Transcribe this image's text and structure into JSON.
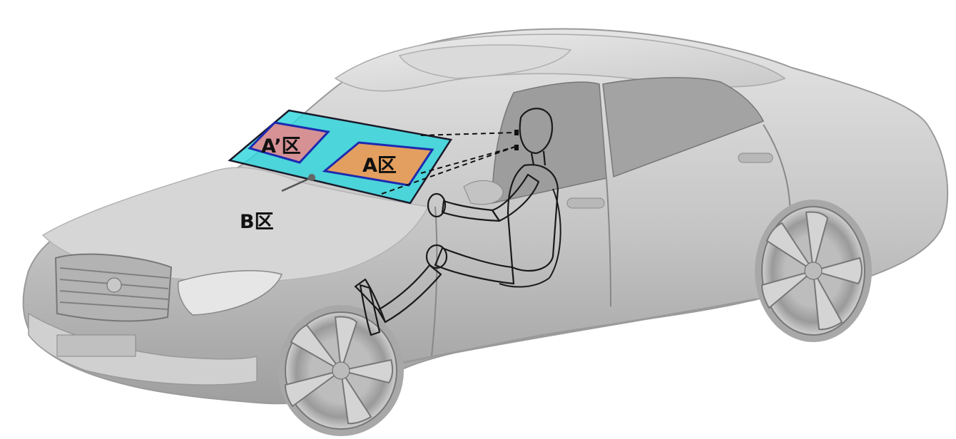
{
  "labels": {
    "zone_a": "A区",
    "zone_a_prime": "A’区",
    "zone_b": "B区"
  },
  "colors": {
    "zone_b_fill": "#2ed6dc",
    "zone_a_fill": "#f09a55",
    "zone_a_prime_fill": "#e48a8c",
    "zone_outline": "#1d2ab0",
    "car_body": "#c9c9c9",
    "car_shade": "#a9a9a9",
    "driver_outline": "#1a1a1a"
  },
  "icons": [
    "car-illustration",
    "driver-mannequin",
    "eye-point"
  ]
}
